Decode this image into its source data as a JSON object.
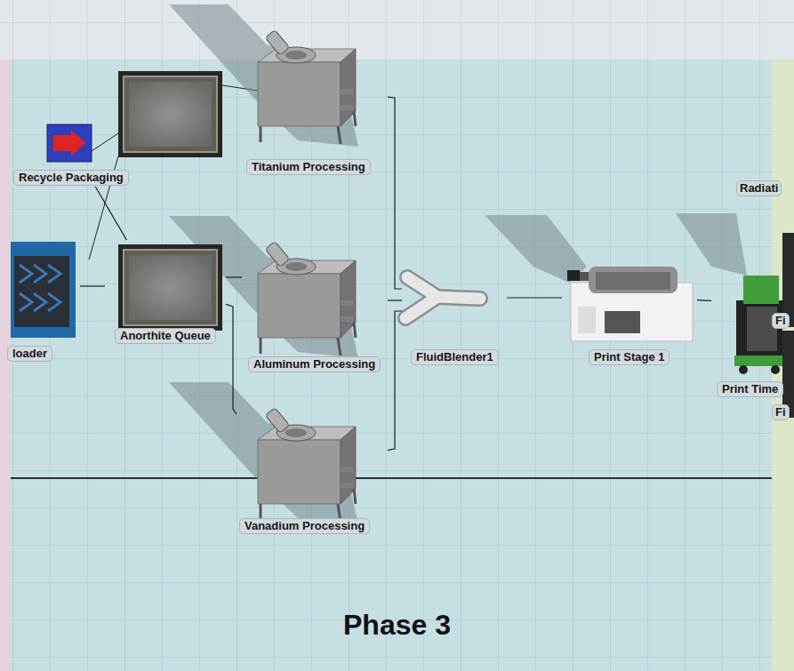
{
  "diagram": {
    "nodes": [
      {
        "text": [
          "Recycle Packaging"
        ]
      },
      {
        "text": [
          "Titanium Processing"
        ]
      },
      {
        "text": [
          "loader"
        ]
      },
      {
        "text": [
          "Anorthite Queue"
        ]
      },
      {
        "text": [
          "Aluminum Processing"
        ]
      },
      {
        "text": [
          "FluidBlender1"
        ]
      },
      {
        "text": [
          "Print Stage 1"
        ]
      },
      {
        "text": [
          "Print Time"
        ]
      },
      {
        "text": [
          "Vanadium Processing"
        ]
      }
    ],
    "edges": [
      {
        "from": 0,
        "to": 3,
        "arrow": "none"
      },
      {
        "from": 2,
        "to": 3,
        "arrow": "none"
      },
      {
        "from": 3,
        "to": 4,
        "arrow": "none"
      },
      {
        "from": 3,
        "to": 8,
        "arrow": "none"
      },
      {
        "from": 1,
        "to": 5,
        "arrow": "none"
      },
      {
        "from": 4,
        "to": 5,
        "arrow": "none"
      },
      {
        "from": 8,
        "to": 5,
        "arrow": "none"
      },
      {
        "from": 5,
        "to": 6,
        "arrow": "none"
      },
      {
        "from": 6,
        "to": 7,
        "arrow": "none"
      }
    ],
    "labels": [
      "Radiati",
      "Fi",
      "Fi",
      "Phase 3"
    ]
  }
}
